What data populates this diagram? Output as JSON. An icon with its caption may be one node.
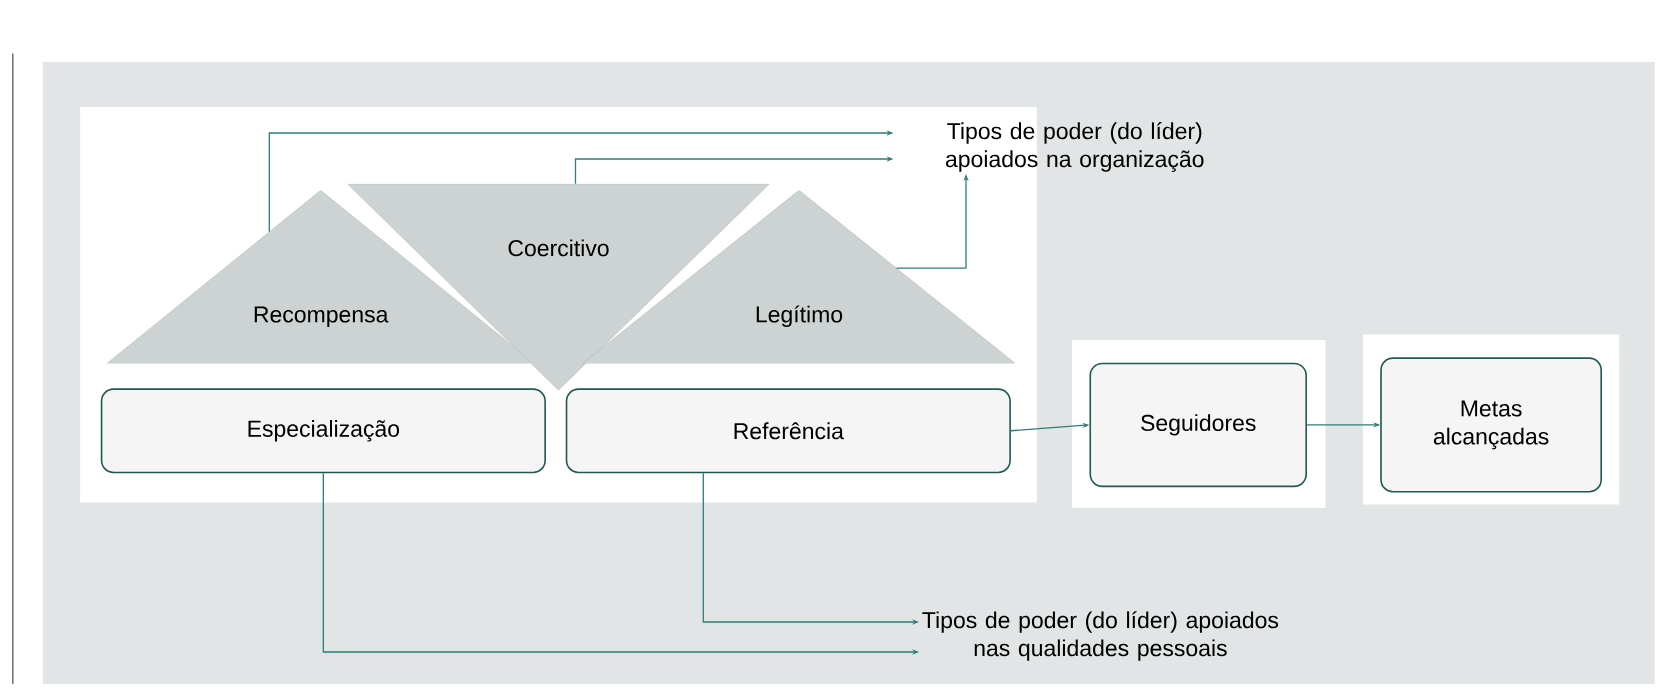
{
  "diagram": {
    "nodes": [
      {
        "text": [
          "Recompensa"
        ]
      },
      {
        "text": [
          "Coercitivo"
        ]
      },
      {
        "text": [
          "Legítimo"
        ]
      },
      {
        "text": [
          "Tipos de poder (do líder) apoiados na organização"
        ]
      },
      {
        "text": [
          "Especialização"
        ]
      },
      {
        "text": [
          "Referência"
        ]
      },
      {
        "text": [
          "Tipos de poder (do líder) apoiados nas qualidades pessoais"
        ]
      },
      {
        "text": [
          "Seguidores"
        ]
      },
      {
        "text": [
          "Metas alcançadas"
        ]
      }
    ],
    "edges": [
      {
        "from": 0,
        "to": 3,
        "arrow": "to"
      },
      {
        "from": 1,
        "to": 3,
        "arrow": "to"
      },
      {
        "from": 2,
        "to": 3,
        "arrow": "to"
      },
      {
        "from": 4,
        "to": 6,
        "arrow": "to"
      },
      {
        "from": 5,
        "to": 6,
        "arrow": "to"
      },
      {
        "from": 5,
        "to": 7,
        "arrow": "to"
      },
      {
        "from": 7,
        "to": 8,
        "arrow": "to"
      }
    ]
  }
}
